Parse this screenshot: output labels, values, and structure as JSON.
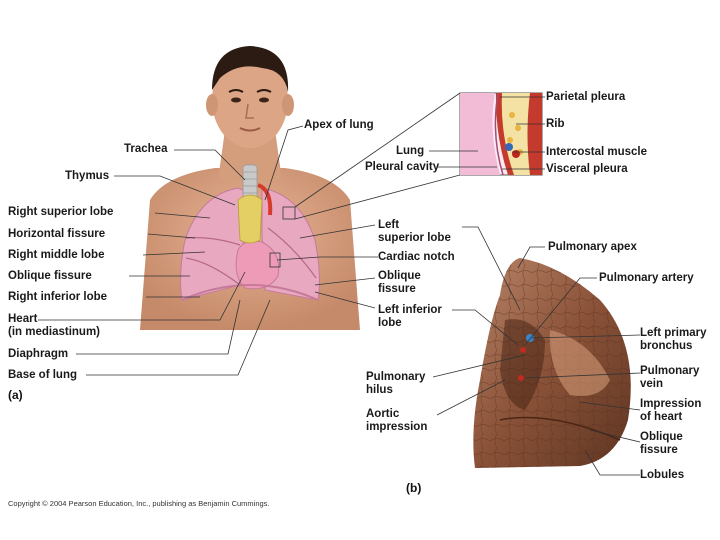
{
  "panel_a": {
    "tag": "(a)",
    "labels": {
      "trachea": "Trachea",
      "thymus": "Thymus",
      "apex_of_lung": "Apex of lung",
      "right_superior_lobe": "Right superior lobe",
      "horizontal_fissure": "Horizontal fissure",
      "right_middle_lobe": "Right middle lobe",
      "oblique_fissure_right": "Oblique fissure",
      "right_inferior_lobe": "Right inferior lobe",
      "heart": "Heart\n(in mediastinum)",
      "diaphragm": "Diaphragm",
      "base_of_lung": "Base of lung",
      "left_superior_lobe": "Left\nsuperior lobe",
      "cardiac_notch": "Cardiac notch",
      "oblique_fissure_left": "Oblique\nfissure",
      "left_inferior_lobe": "Left inferior\nlobe"
    }
  },
  "inset": {
    "labels": {
      "lung": "Lung",
      "pleural_cavity": "Pleural cavity",
      "parietal_pleura": "Parietal pleura",
      "rib": "Rib",
      "intercostal_muscle": "Intercostal muscle",
      "visceral_pleura": "Visceral pleura"
    }
  },
  "panel_b": {
    "tag": "(b)",
    "labels": {
      "pulmonary_apex": "Pulmonary apex",
      "pulmonary_artery": "Pulmonary artery",
      "left_primary_bronchus": "Left primary\nbronchus",
      "pulmonary_vein": "Pulmonary\nvein",
      "impression_of_heart": "Impression\nof heart",
      "oblique_fissure": "Oblique\nfissure",
      "lobules": "Lobules",
      "pulmonary_hilus": "Pulmonary\nhilus",
      "aortic_impression": "Aortic\nimpression"
    }
  },
  "copyright": "Copyright © 2004 Pearson Education, Inc., publishing as Benjamin Cummings."
}
